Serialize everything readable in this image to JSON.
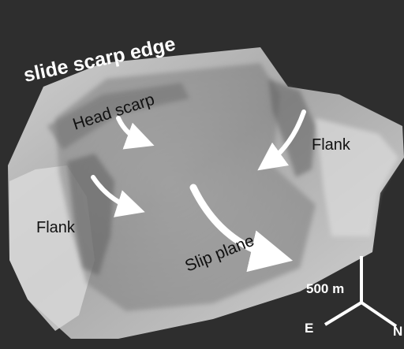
{
  "figure": {
    "labels": {
      "slide_scarp_edge": "slide scarp edge",
      "head_scarp": "Head scarp",
      "flank_right": "Flank",
      "flank_left": "Flank",
      "slip_plane": "Slip plane"
    },
    "scale": {
      "label": "500 m",
      "axis_e": "E",
      "axis_n": "N"
    },
    "colors": {
      "background": "#2d2d2d",
      "terrain_light": "#d6d6d6",
      "terrain_mid": "#a9a9a9",
      "terrain_dark": "#6f6f6f",
      "arrows": "#ffffff"
    }
  }
}
